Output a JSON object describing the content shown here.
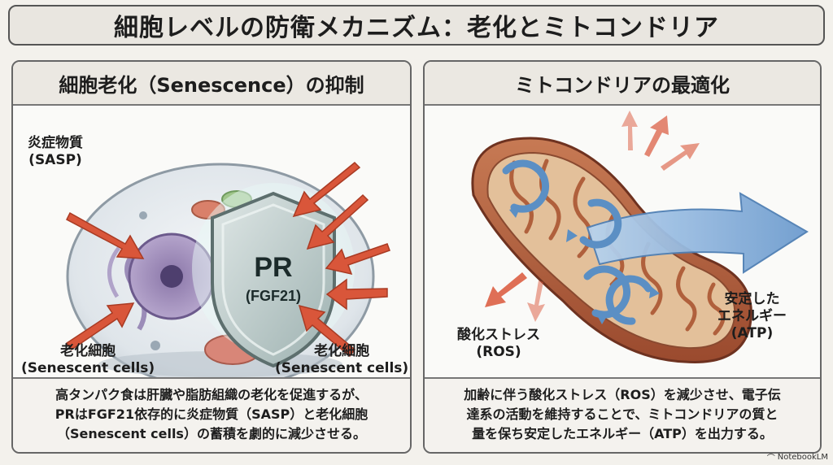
{
  "title": "細胞レベルの防衛メカニズム：老化とミトコンドリア",
  "left_panel": {
    "heading": "細胞老化（Senescence）の抑制",
    "label_sasp_line1": "炎症物質",
    "label_sasp_line2": "(SASP)",
    "shield_line1": "PR",
    "shield_line2": "(FGF21)",
    "label_senescent_left_line1": "老化細胞",
    "label_senescent_left_line2": "(Senescent cells)",
    "label_senescent_right_line1": "老化細胞",
    "label_senescent_right_line2": "(Senescent cells)",
    "description": [
      "高タンパク食は肝臓や脂肪組織の老化を促進するが、",
      "PRはFGF21依存的に炎症物質（SASP）と老化細胞",
      "（Senescent cells）の蓄積を劇的に減少させる。"
    ]
  },
  "right_panel": {
    "heading": "ミトコンドリアの最適化",
    "label_ros_line1": "酸化ストレス",
    "label_ros_line2": "(ROS)",
    "label_atp_line1": "安定した",
    "label_atp_line2": "エネルギー",
    "label_atp_line3": "(ATP)",
    "description": [
      "加齢に伴う酸化ストレス（ROS）を減少させ、電子伝",
      "達系の活動を維持することで、ミトコンドリアの質と",
      "量を保ち安定したエネルギー（ATP）を出力する。"
    ]
  },
  "brand": "NotebookLM",
  "colors": {
    "red_arrow": "#d9563a",
    "shield": "#aebfbe",
    "mito_outer": "#b5603e",
    "blue_arrow": "#5b8fc4",
    "atp_arrow": "#7fa9d6"
  }
}
